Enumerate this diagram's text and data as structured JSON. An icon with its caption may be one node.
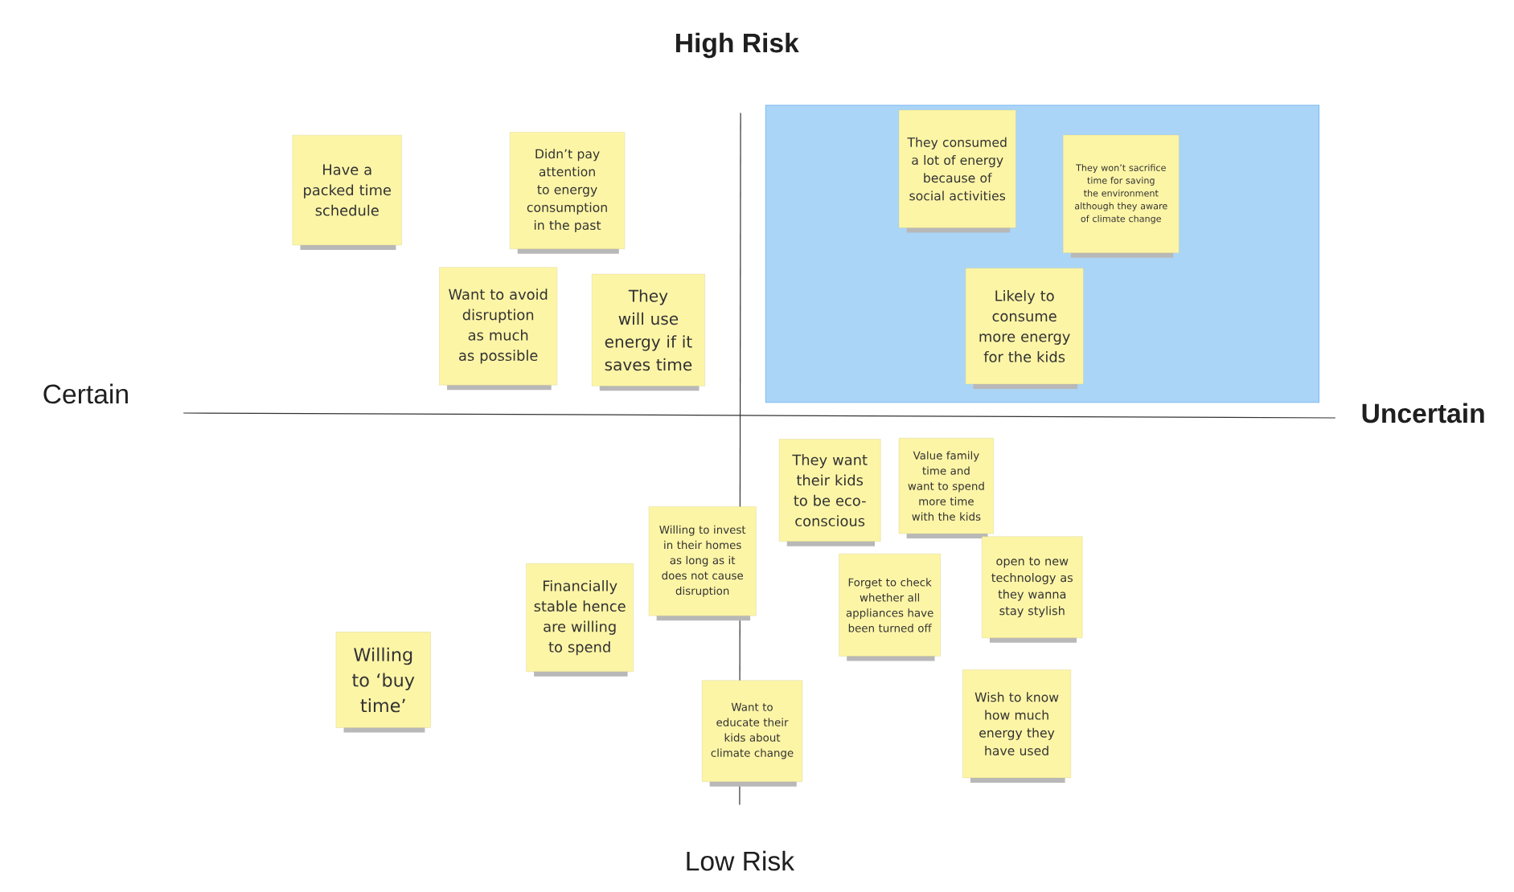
{
  "diagram": {
    "nodes": [
      {
        "text": [
          "Have a packed time schedule"
        ]
      },
      {
        "text": [
          "Didn’t pay attention to energy consumption in the past"
        ]
      },
      {
        "text": [
          "Want to avoid disruption as much as possible"
        ]
      },
      {
        "text": [
          "They will use energy if it saves time"
        ]
      },
      {
        "text": [],
        "shape": "box"
      },
      {
        "text": [
          "They consumed a lot of energy because of social activities"
        ],
        "in": 4
      },
      {
        "text": [
          "They won’t sacrifice time for saving the environment although they aware of climate change"
        ],
        "in": 4
      },
      {
        "text": [
          "Likely to consume more energy for the kids"
        ],
        "in": 4
      },
      {
        "text": [
          "They want their kids to be eco-conscious"
        ]
      },
      {
        "text": [
          "Value family time and want to spend more time with the kids"
        ]
      },
      {
        "text": [
          "Willing to invest in their homes as long as it does not cause disruption"
        ]
      },
      {
        "text": [
          "Forget to check whether all appliances have been turned off"
        ]
      },
      {
        "text": [
          "open to new technology as they wanna stay stylish"
        ]
      },
      {
        "text": [
          "Financially stable hence are willing to spend"
        ]
      },
      {
        "text": [
          "Willing to ‘buy time’"
        ]
      },
      {
        "text": [
          "Want to educate their kids about climate change"
        ]
      },
      {
        "text": [
          "Wish to know how much energy they have used"
        ]
      }
    ],
    "labels": [
      "High Risk",
      "Certain",
      "Uncertain",
      "Low Risk"
    ]
  }
}
